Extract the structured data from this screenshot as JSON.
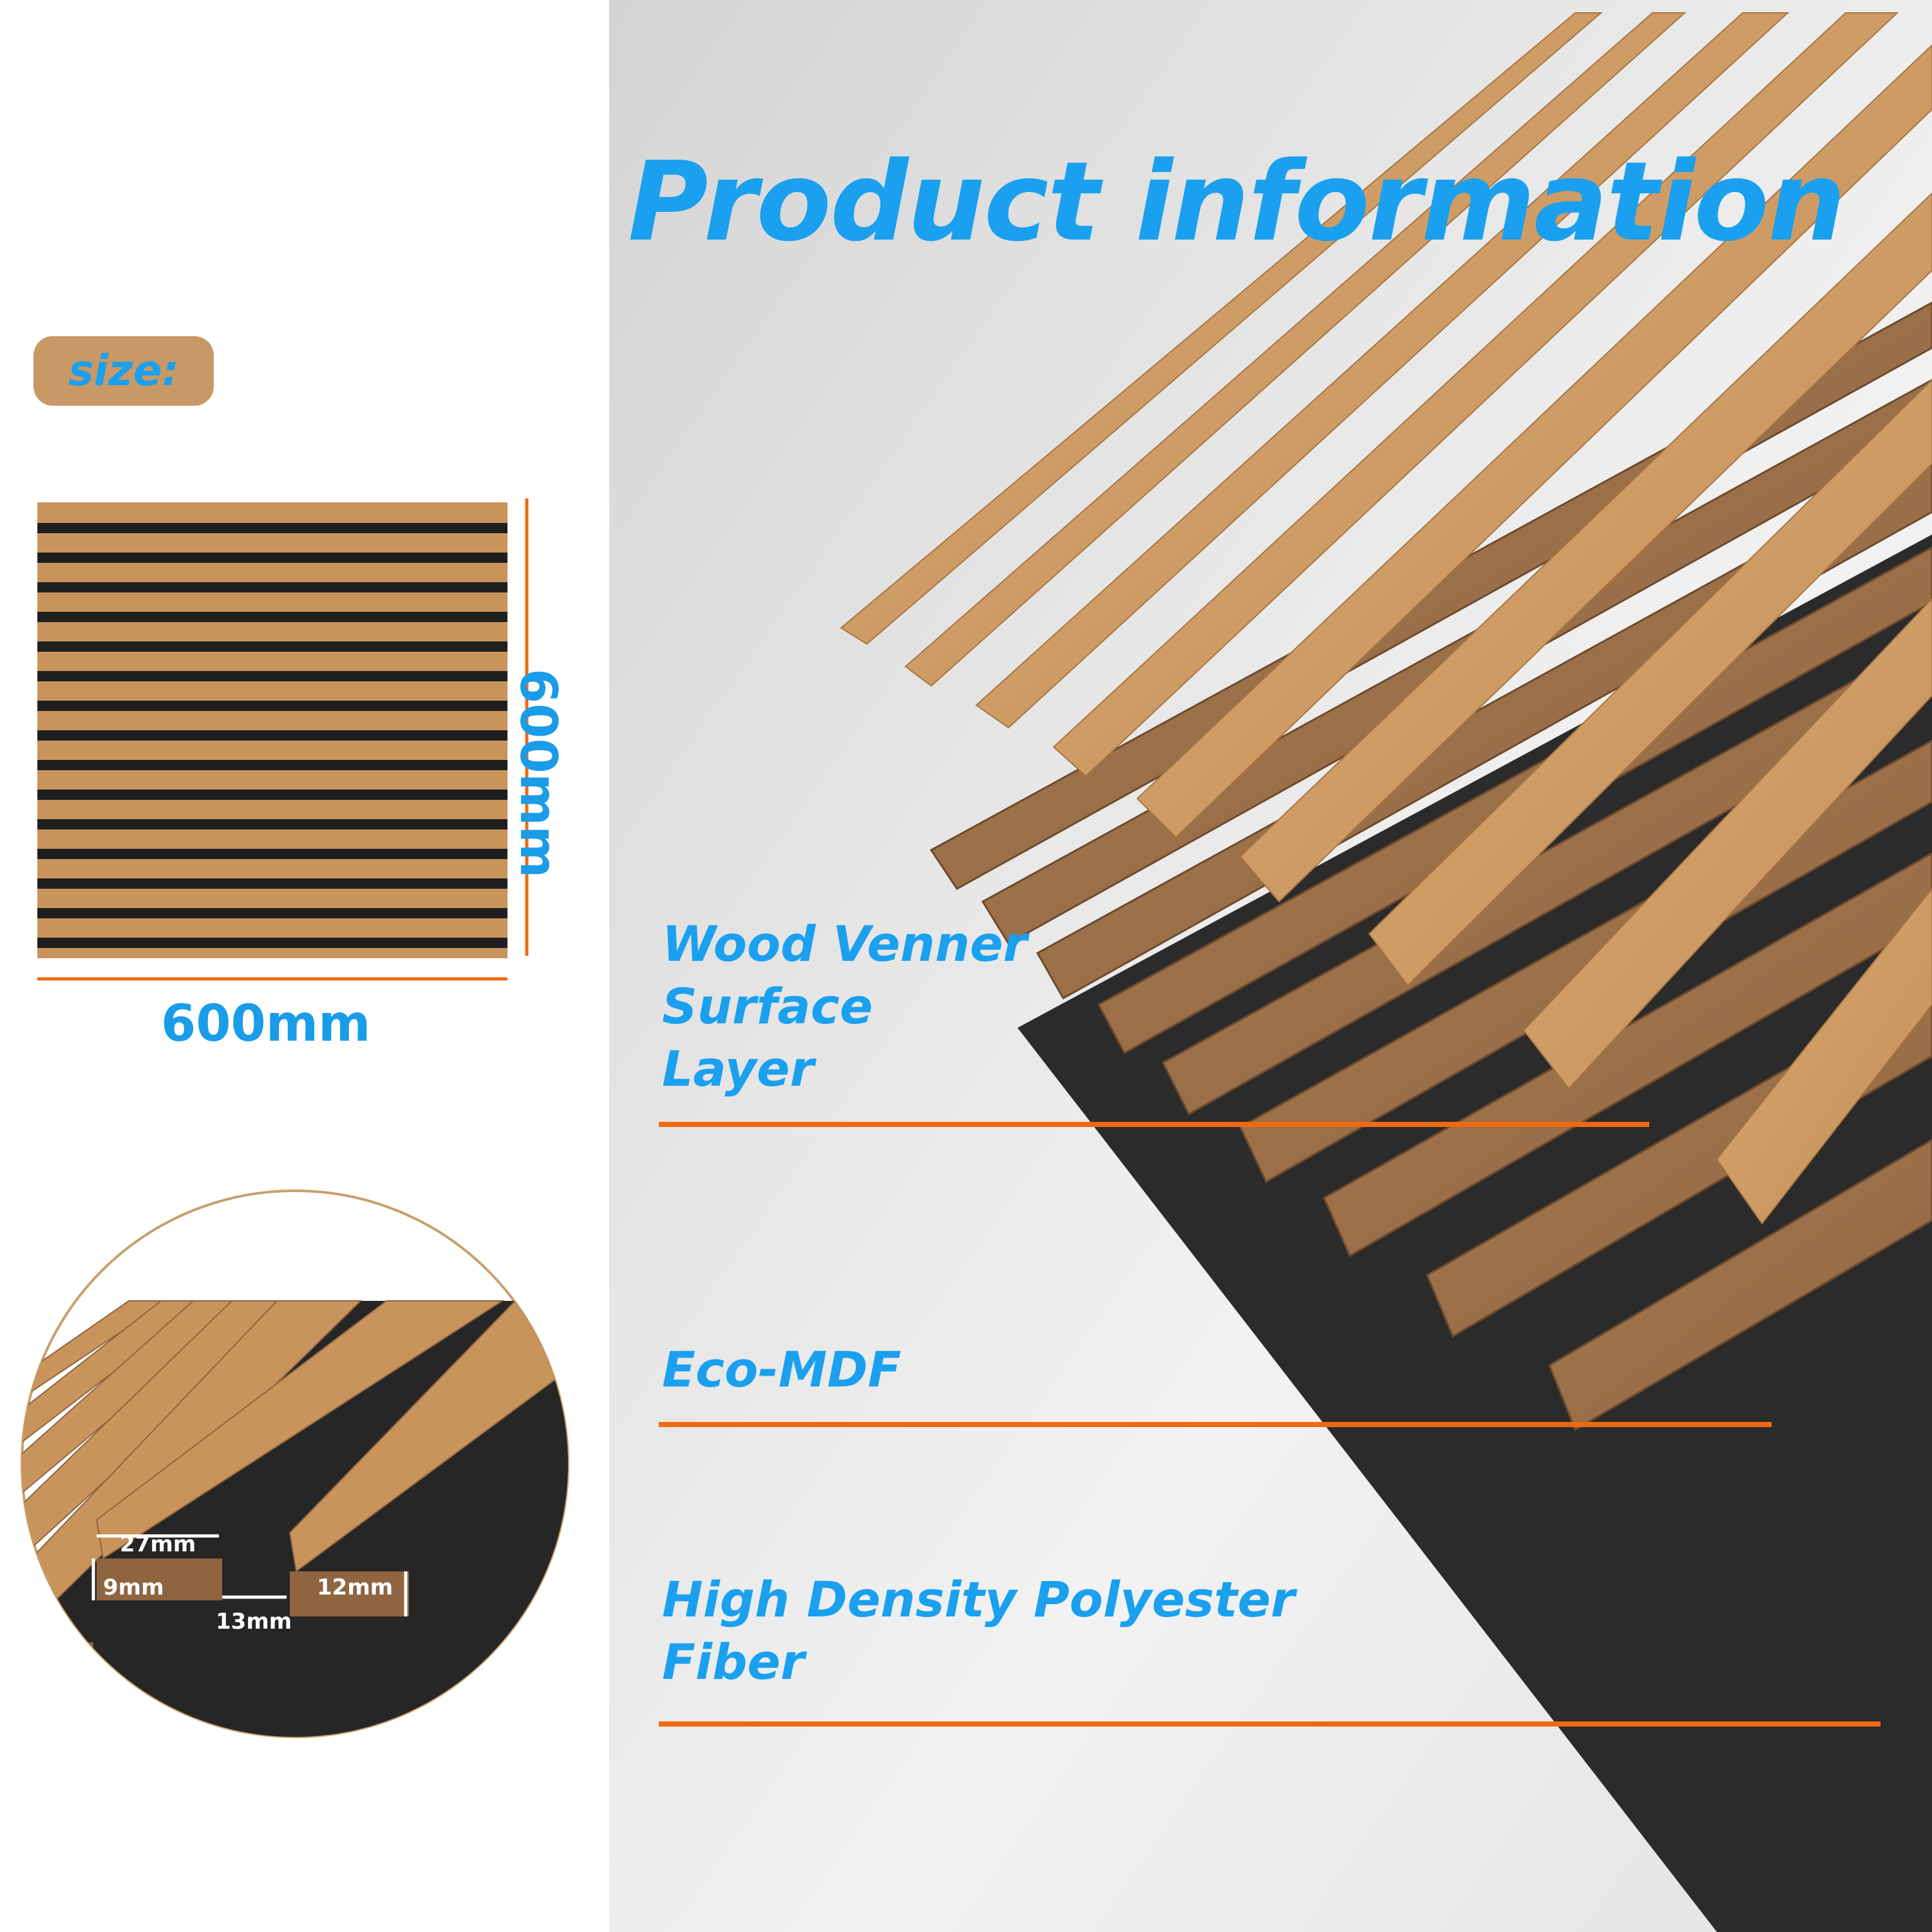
{
  "title": "Product information",
  "size_label": "size:",
  "panel": {
    "width": "600mm",
    "height": "600mm"
  },
  "detail": {
    "slat_width": "27mm",
    "gap": "13mm",
    "base_thickness": "9mm",
    "slat_height": "12mm"
  },
  "layers": [
    {
      "lines": [
        "Wood Venner",
        "Surface",
        "Layer"
      ]
    },
    {
      "lines": [
        "Eco-MDF"
      ]
    },
    {
      "lines": [
        "High Density Polyester",
        "Fiber"
      ]
    }
  ],
  "colors": {
    "accent_blue": "#1aa0ee",
    "accent_orange": "#ee6a12",
    "badge": "#c89866",
    "wood": "#c9945c",
    "felt": "#2a2a2a"
  }
}
